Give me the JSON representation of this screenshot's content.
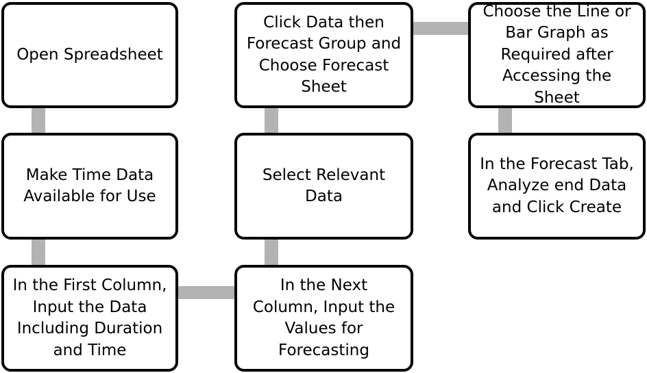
{
  "diagram": {
    "colors": {
      "box_border": "#000000",
      "box_fill": "#ffffff",
      "connector": "#b3b3b3"
    },
    "steps": [
      {
        "id": "step-1",
        "text": "Open Spreadsheet"
      },
      {
        "id": "step-2",
        "text": "Make Time Data\nAvailable for Use"
      },
      {
        "id": "step-3",
        "text": "In the First Column,\nInput the Data\nIncluding Duration\nand Time"
      },
      {
        "id": "step-4",
        "text": "In the Next\nColumn, Input the\nValues for\nForecasting"
      },
      {
        "id": "step-5",
        "text": "Select Relevant\nData"
      },
      {
        "id": "step-6",
        "text": "Click Data then\nForecast Group and\nChoose Forecast\nSheet"
      },
      {
        "id": "step-7",
        "text": "Choose the Line or\nBar Graph as\nRequired after\nAccessing the\nSheet"
      },
      {
        "id": "step-8",
        "text": "In the Forecast Tab,\nAnalyze end Data\nand Click Create"
      }
    ]
  }
}
